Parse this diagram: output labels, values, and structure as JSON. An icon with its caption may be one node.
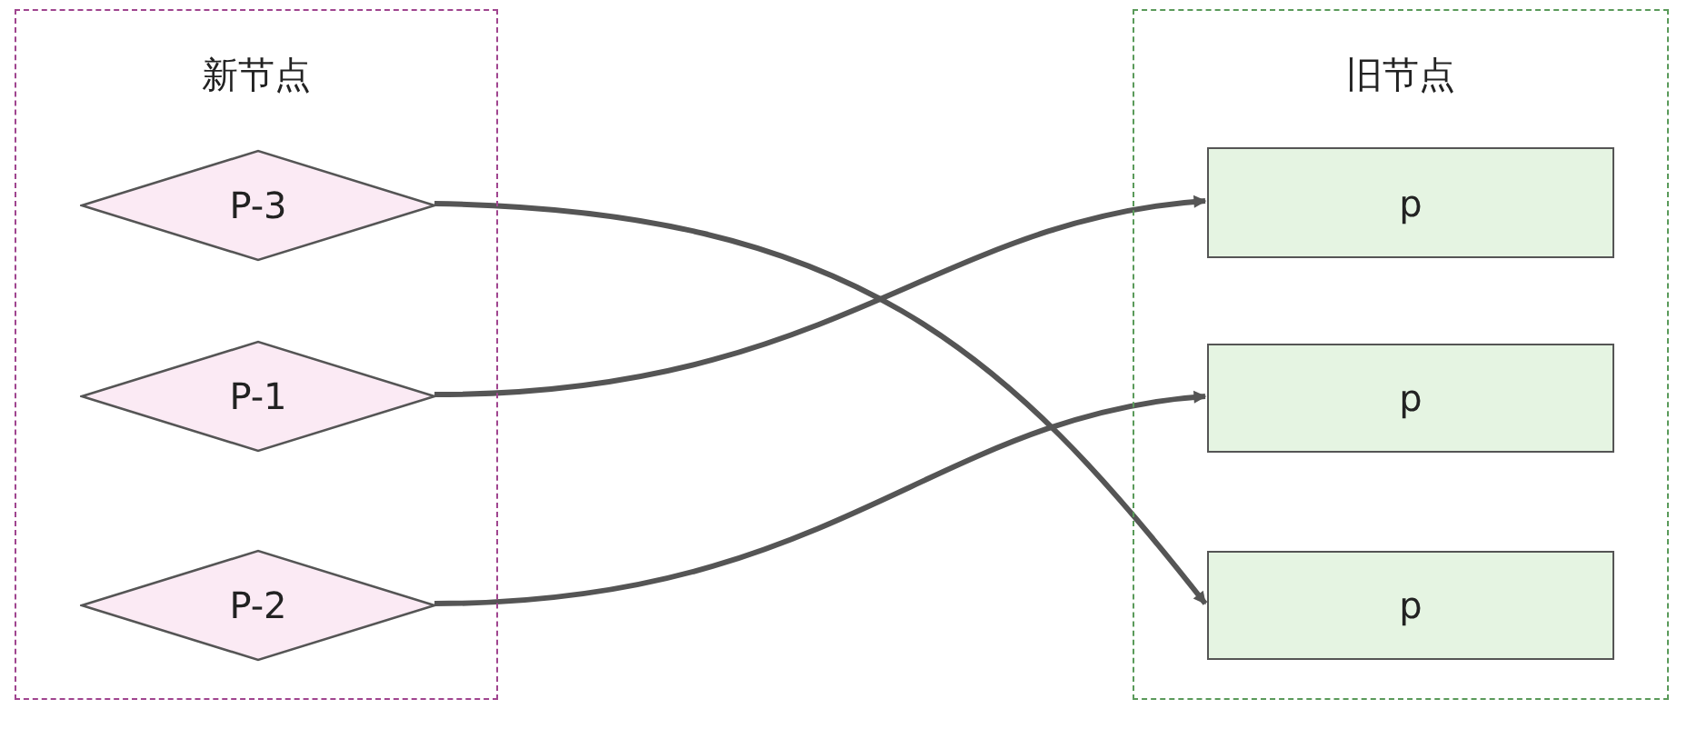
{
  "diagram": {
    "nodes": [
      {
        "text": [
          "新节点"
        ]
      },
      {
        "text": [
          "P-3"
        ],
        "in": 0
      },
      {
        "text": [
          "P-1"
        ],
        "in": 0
      },
      {
        "text": [
          "P-2"
        ],
        "in": 0
      },
      {
        "text": [
          "旧节点"
        ]
      },
      {
        "text": [
          "p"
        ],
        "in": 4
      },
      {
        "text": [
          "p"
        ],
        "in": 4
      },
      {
        "text": [
          "p"
        ],
        "in": 4
      }
    ],
    "edges": [
      {
        "from": 1,
        "to": 7,
        "arrow": "to"
      },
      {
        "from": 2,
        "to": 5,
        "arrow": "to"
      },
      {
        "from": 3,
        "to": 6,
        "arrow": "to"
      }
    ]
  }
}
